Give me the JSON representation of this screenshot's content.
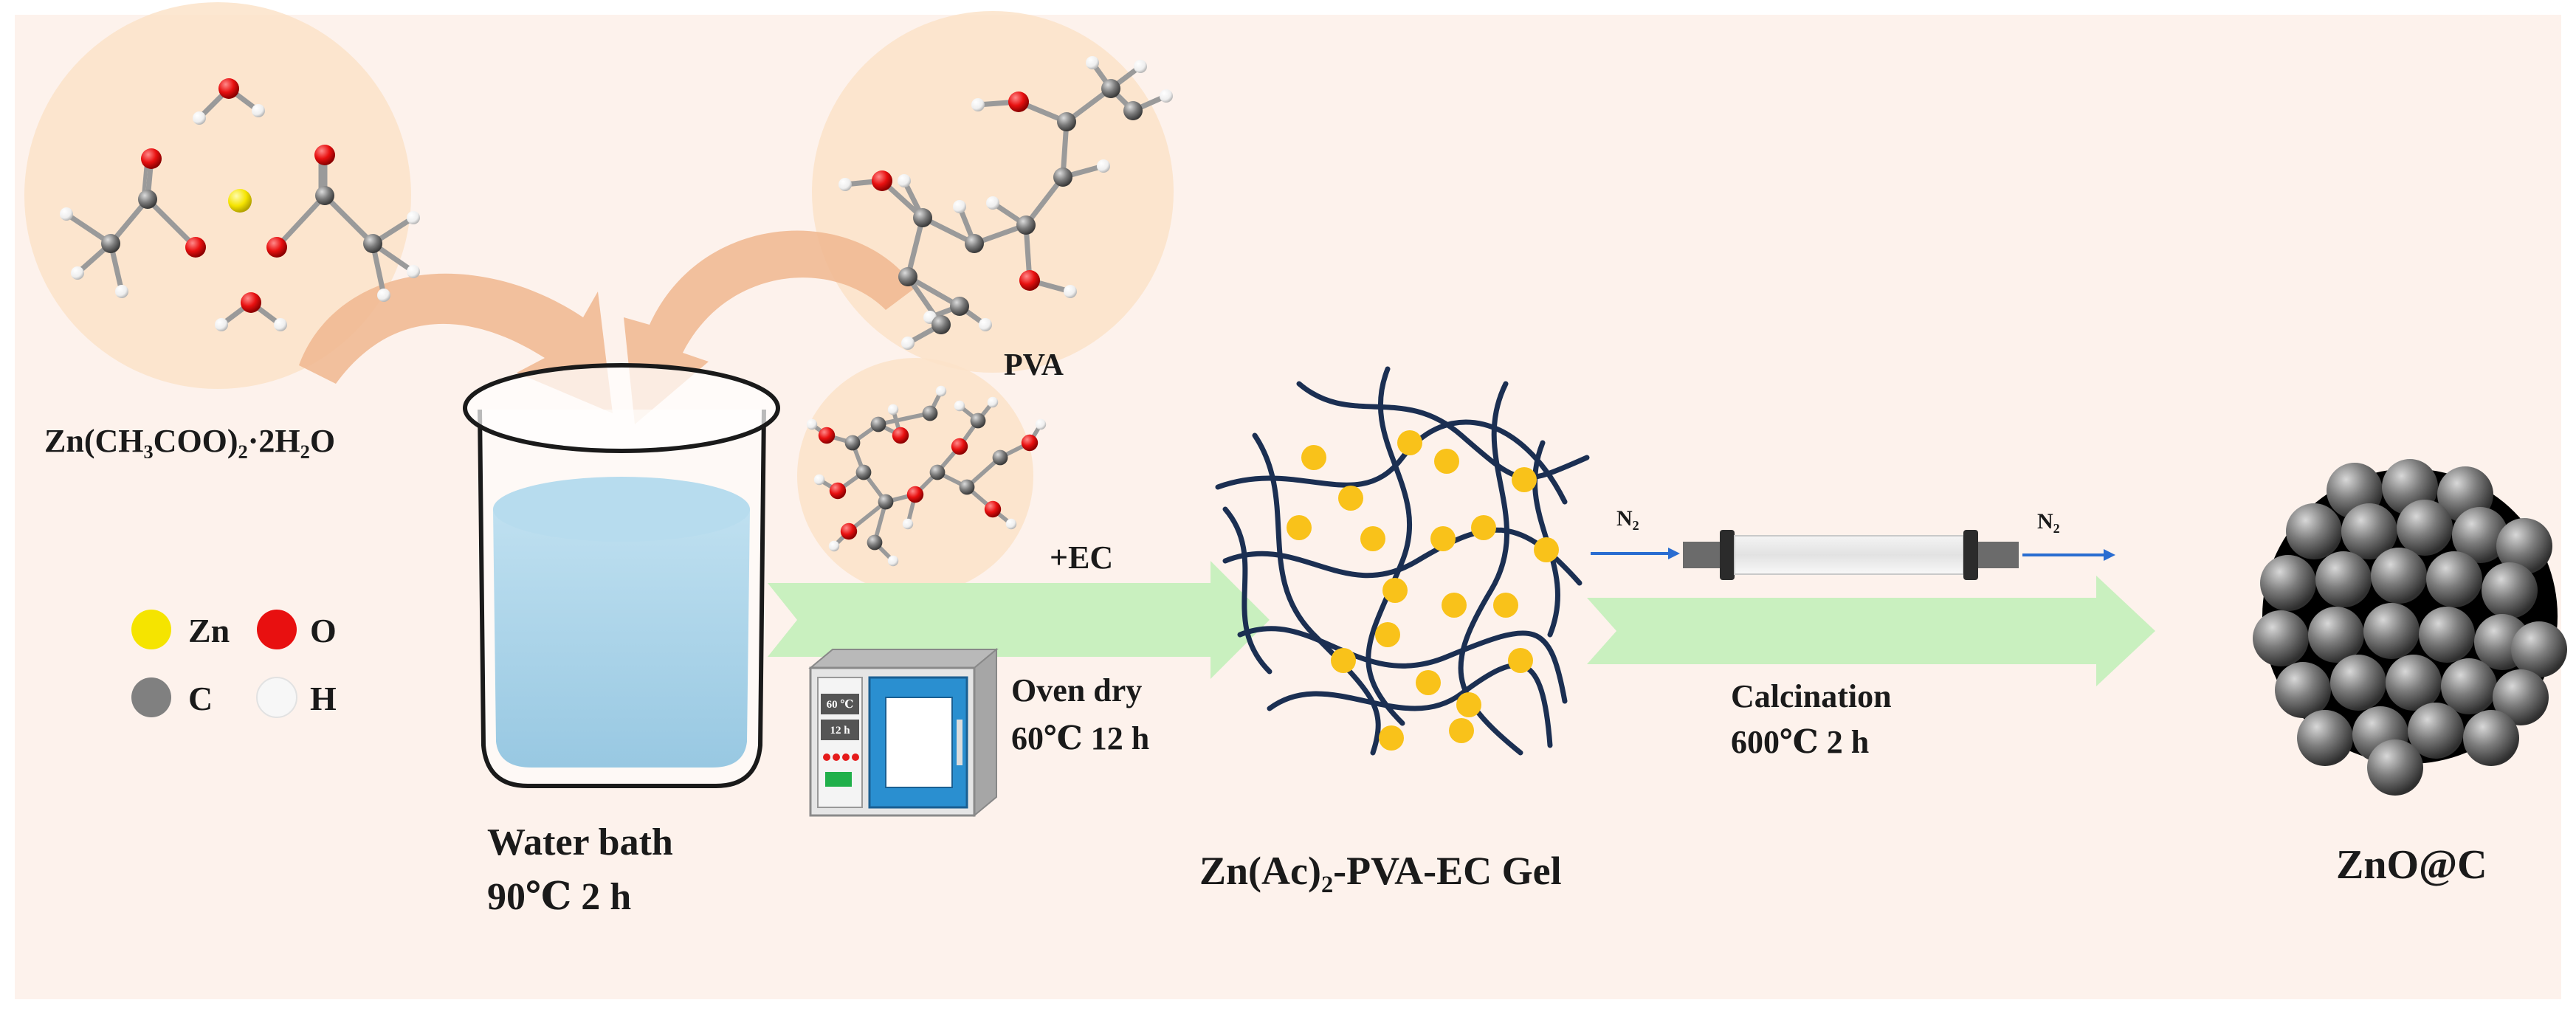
{
  "labels": {
    "zinc_acetate": "Zn(CH₃COO)₂·2H₂O",
    "pva": "PVA",
    "ec": "+EC",
    "water_bath_line1": "Water bath",
    "water_bath_line2": "90℃ 2 h",
    "oven_line1": "Oven dry",
    "oven_line2": "60℃ 12 h",
    "oven_display_temp": "60 ℃",
    "oven_display_time": "12 h",
    "gel": "Zn(Ac)₂-PVA-EC Gel",
    "n2_in": "N₂",
    "n2_out": "N₂",
    "calcination_line1": "Calcination",
    "calcination_line2": "600℃ 2 h",
    "product": "ZnO@C"
  },
  "legend": [
    {
      "label": "Zn",
      "color": "#f5e400"
    },
    {
      "label": "O",
      "color": "#e81010"
    },
    {
      "label": "C",
      "color": "#808080"
    },
    {
      "label": "H",
      "color": "#f7f7f7"
    }
  ],
  "colors": {
    "background": "#fdf2ec",
    "molecule_halo": "#fbe3c9",
    "arrow_green": "#c9f0bf",
    "swirl_arrow": "#f0b78f",
    "fiber": "#1b2f52",
    "gel_dot": "#f9c21a",
    "water": "#a9d2e8",
    "oven_door": "#2a8fd0"
  }
}
